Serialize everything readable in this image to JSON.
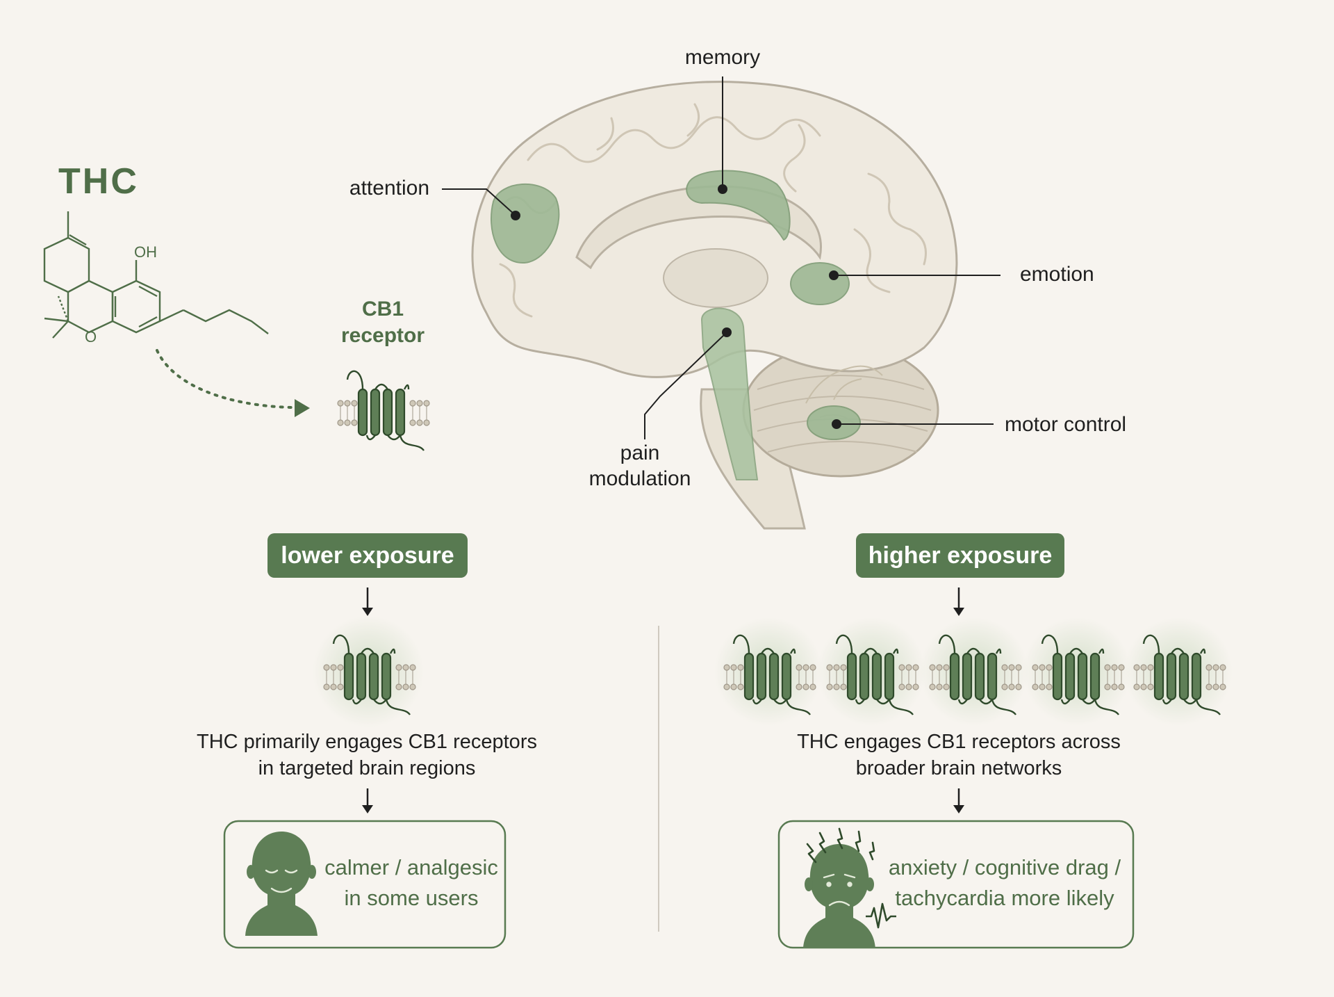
{
  "thc": {
    "title": "THC",
    "oh_label": "OH",
    "o_label": "O"
  },
  "cb1": {
    "line1": "CB1",
    "line2": "receptor"
  },
  "brain_labels": {
    "memory": "memory",
    "attention": "attention",
    "emotion": "emotion",
    "motor_control": "motor control",
    "pain_line1": "pain",
    "pain_line2": "modulation"
  },
  "lower": {
    "pill": "lower exposure",
    "desc_line1": "THC primarily engages CB1 receptors",
    "desc_line2": "in targeted brain regions",
    "effect_line1": "calmer / analgesic",
    "effect_line2": "in some users"
  },
  "higher": {
    "pill": "higher exposure",
    "desc_line1": "THC engages CB1 receptors across",
    "desc_line2": "broader brain networks",
    "effect_line1": "anxiety / cognitive drag /",
    "effect_line2": "tachycardia more likely"
  },
  "colors": {
    "accent": "#587a51",
    "accent_light": "#a9bf9f",
    "background": "#f7f4ef",
    "brain": "#ece7dc"
  }
}
